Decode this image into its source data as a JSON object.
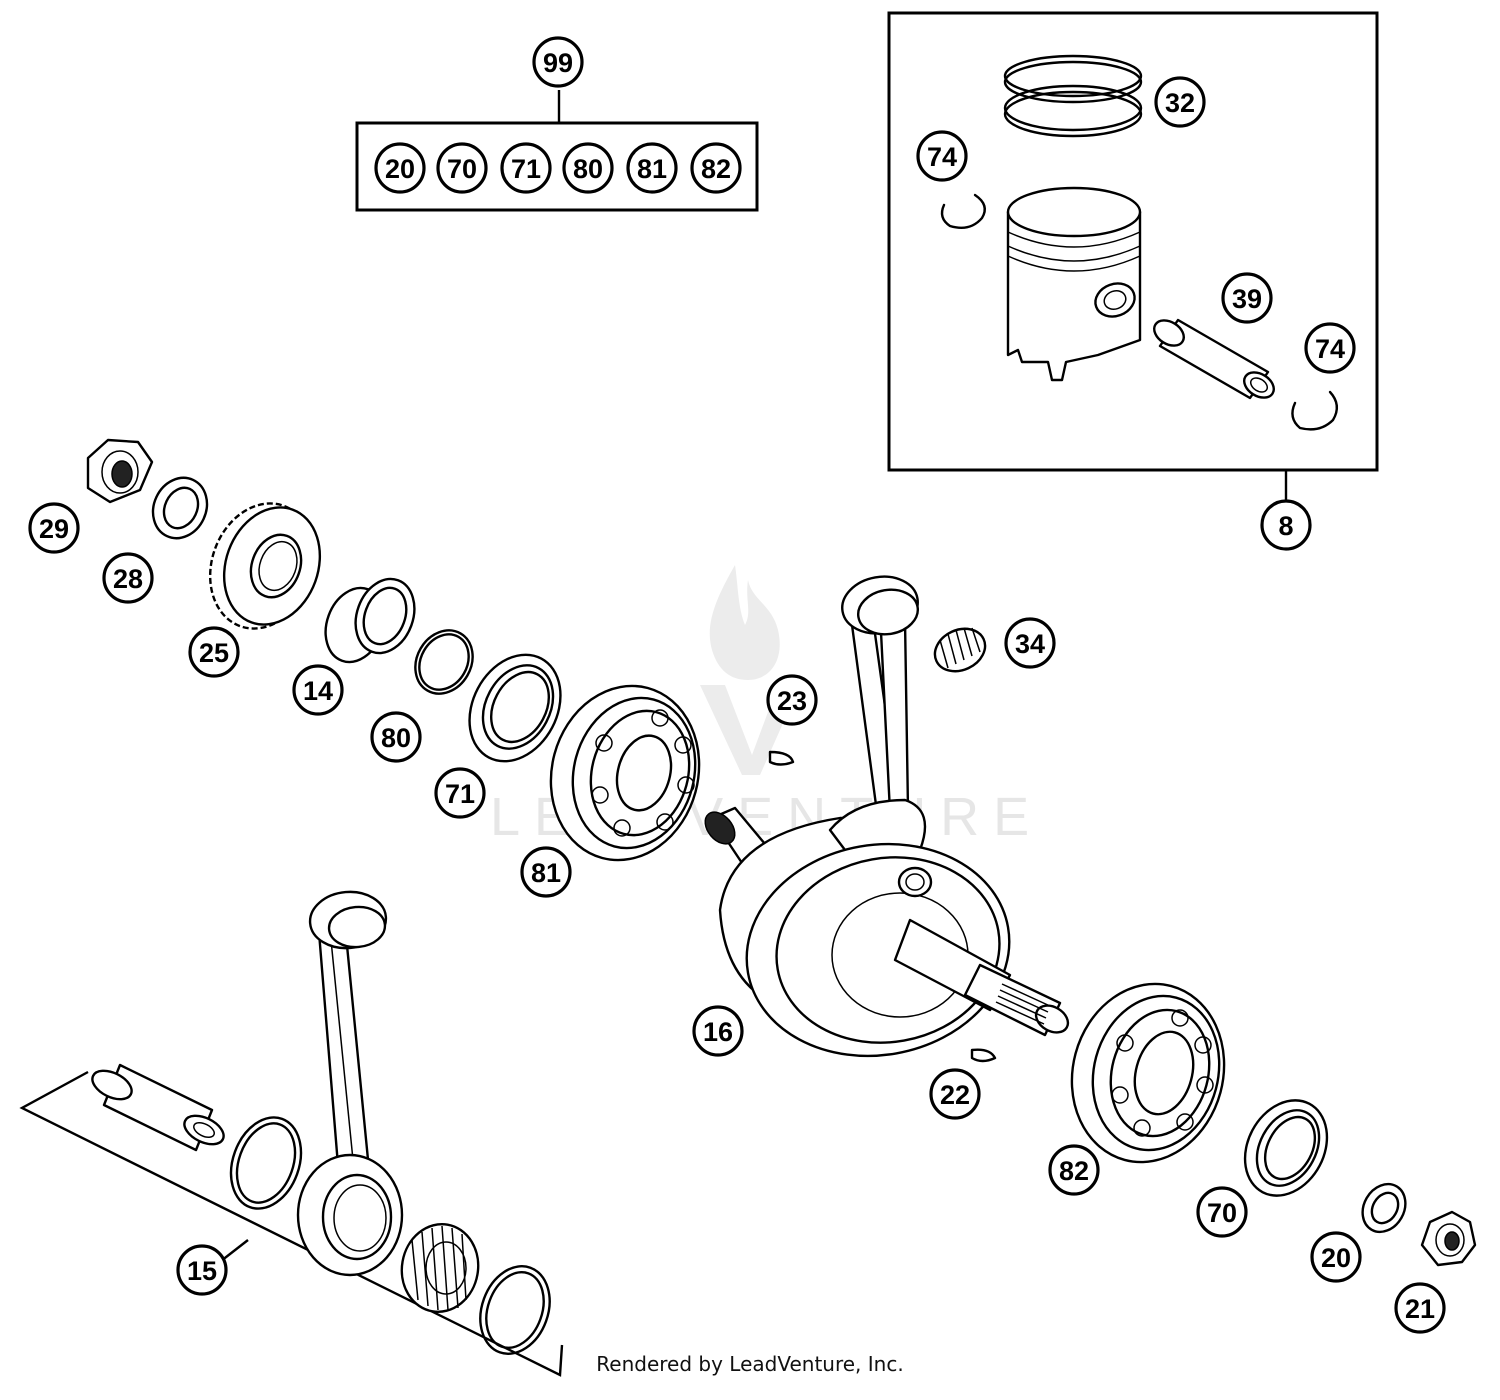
{
  "diagram": {
    "title": "",
    "kit_label": "99",
    "kit_contents": [
      "20",
      "70",
      "71",
      "80",
      "81",
      "82"
    ],
    "piston_group_label": "8",
    "conrod_group_label": "15",
    "callouts": [
      {
        "id": "32",
        "part": "piston-rings"
      },
      {
        "id": "74",
        "part": "piston-pin-circlip-left"
      },
      {
        "id": "39",
        "part": "piston-pin"
      },
      {
        "id": "74",
        "part": "piston-pin-circlip-right"
      },
      {
        "id": "29",
        "part": "nut"
      },
      {
        "id": "28",
        "part": "lock-washer"
      },
      {
        "id": "25",
        "part": "primary-gear"
      },
      {
        "id": "14",
        "part": "spacer-sleeve"
      },
      {
        "id": "80",
        "part": "o-ring"
      },
      {
        "id": "71",
        "part": "shaft-seal-left"
      },
      {
        "id": "81",
        "part": "ball-bearing-left"
      },
      {
        "id": "23",
        "part": "woodruff-key-left"
      },
      {
        "id": "34",
        "part": "needle-bearing-small-end"
      },
      {
        "id": "16",
        "part": "crankshaft-assembly"
      },
      {
        "id": "22",
        "part": "woodruff-key-right"
      },
      {
        "id": "82",
        "part": "ball-bearing-right"
      },
      {
        "id": "70",
        "part": "shaft-seal-right"
      },
      {
        "id": "20",
        "part": "washer"
      },
      {
        "id": "21",
        "part": "nut-right"
      }
    ]
  },
  "footer": {
    "credit": "Rendered by LeadVenture, Inc."
  },
  "watermark": {
    "text": "LEADVENTURE"
  }
}
